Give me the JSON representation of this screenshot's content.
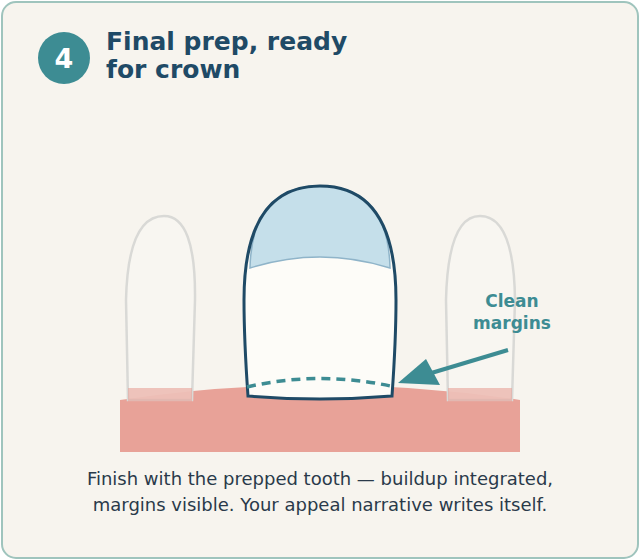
{
  "diagram": {
    "title": "Final prep, ready for crown",
    "caption": "Finish with the prepped tooth — buildup integrated, margins visible. Your appeal narrative writes itself.",
    "nodes": [
      {
        "text": [
          "4"
        ]
      }
    ],
    "labels": [
      "Clean margins"
    ]
  }
}
